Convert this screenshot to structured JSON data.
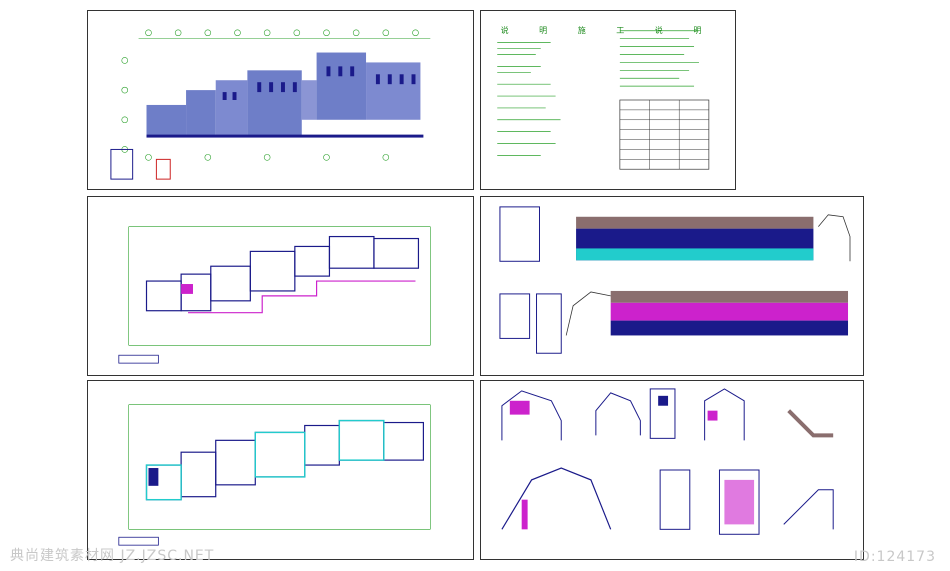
{
  "notes_sheet": {
    "title": "说 明 施 工 说 明"
  },
  "watermark": {
    "left": "典尚建筑素材网 JZ.JZSC.NET",
    "right": "ID:124173"
  },
  "colors": {
    "grid": "#2aa02a",
    "wall": "#1a1a8a",
    "facade": "#6e7ec8",
    "accent": "#cc22cc",
    "cyan": "#22cccc"
  }
}
